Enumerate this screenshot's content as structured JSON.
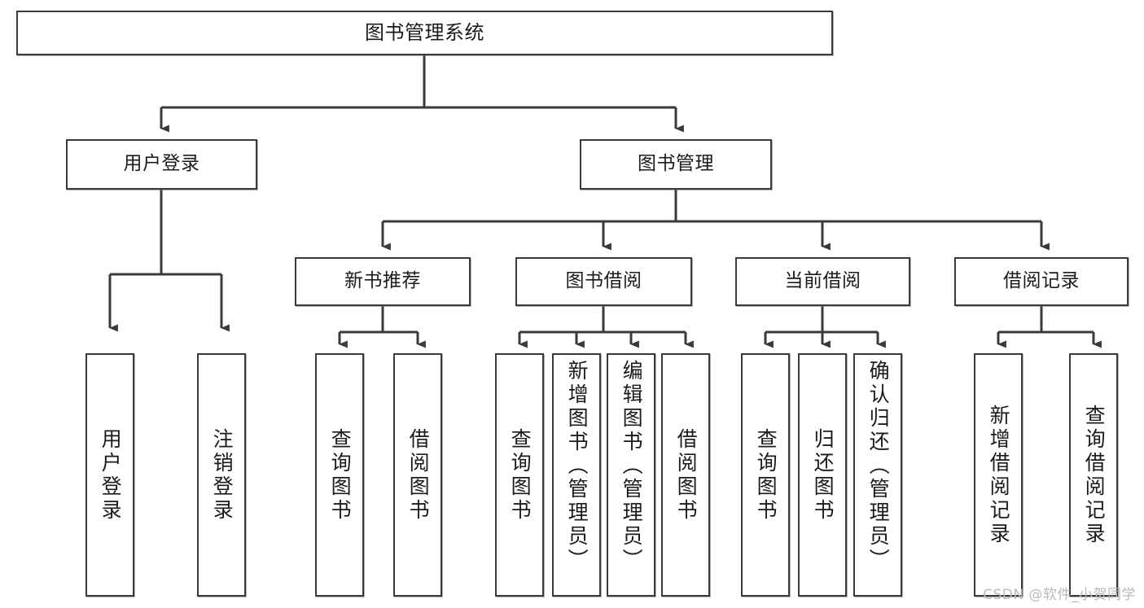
{
  "diagram": {
    "title": "图书管理系统",
    "type": "tree",
    "root": {
      "id": "root",
      "label": "图书管理系统"
    },
    "level2": [
      {
        "id": "user-login",
        "label": "用户登录"
      },
      {
        "id": "book-management",
        "label": "图书管理"
      }
    ],
    "level3": [
      {
        "id": "new-book-recommend",
        "label": "新书推荐",
        "parent": "book-management"
      },
      {
        "id": "book-borrow",
        "label": "图书借阅",
        "parent": "book-management"
      },
      {
        "id": "current-borrow",
        "label": "当前借阅",
        "parent": "book-management"
      },
      {
        "id": "borrow-record",
        "label": "借阅记录",
        "parent": "book-management"
      }
    ],
    "leaves": {
      "user_login": [
        {
          "id": "leaf-user-login",
          "label": "用户登录"
        },
        {
          "id": "leaf-logout",
          "label": "注销登录"
        }
      ],
      "new_book_recommend": [
        {
          "id": "leaf-query-book-1",
          "label": "查询图书"
        },
        {
          "id": "leaf-borrow-book-1",
          "label": "借阅图书"
        }
      ],
      "book_borrow": [
        {
          "id": "leaf-query-book-2",
          "label": "查询图书"
        },
        {
          "id": "leaf-add-book",
          "label": "新增图书（管理员）"
        },
        {
          "id": "leaf-edit-book",
          "label": "编辑图书（管理员）"
        },
        {
          "id": "leaf-borrow-book-2",
          "label": "借阅图书"
        }
      ],
      "current_borrow": [
        {
          "id": "leaf-query-book-3",
          "label": "查询图书"
        },
        {
          "id": "leaf-return-book",
          "label": "归还图书"
        },
        {
          "id": "leaf-confirm-return",
          "label": "确认归还（管理员）"
        }
      ],
      "borrow_record": [
        {
          "id": "leaf-add-record",
          "label": "新增借阅记录"
        },
        {
          "id": "leaf-query-record",
          "label": "查询借阅记录"
        }
      ]
    }
  },
  "watermark": {
    "text": "CSDN @软件_小贺同学"
  },
  "colors": {
    "border": "#3a3a3a",
    "background": "#ffffff",
    "text": "#1b1b1b",
    "watermark": "#b9b9b9"
  }
}
